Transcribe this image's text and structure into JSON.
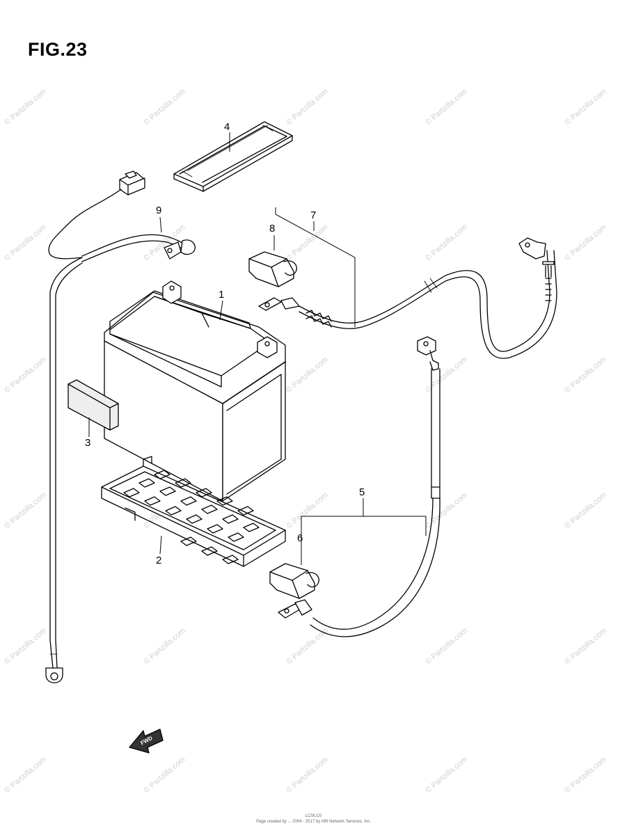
{
  "figure": {
    "title": "FIG.23"
  },
  "watermark": {
    "text": "© Partzilla.com"
  },
  "callouts": {
    "c1": "1",
    "c2": "2",
    "c3": "3",
    "c4": "4",
    "c5": "5",
    "c6": "6",
    "c7": "7",
    "c8": "8",
    "c9": "9"
  },
  "fwd_arrow": {
    "label": "FWD"
  },
  "footer": {
    "code": "LC0/LC0",
    "copyright": "Page created by ... 2004 - 2017 by ARI Network Services, Inc."
  }
}
